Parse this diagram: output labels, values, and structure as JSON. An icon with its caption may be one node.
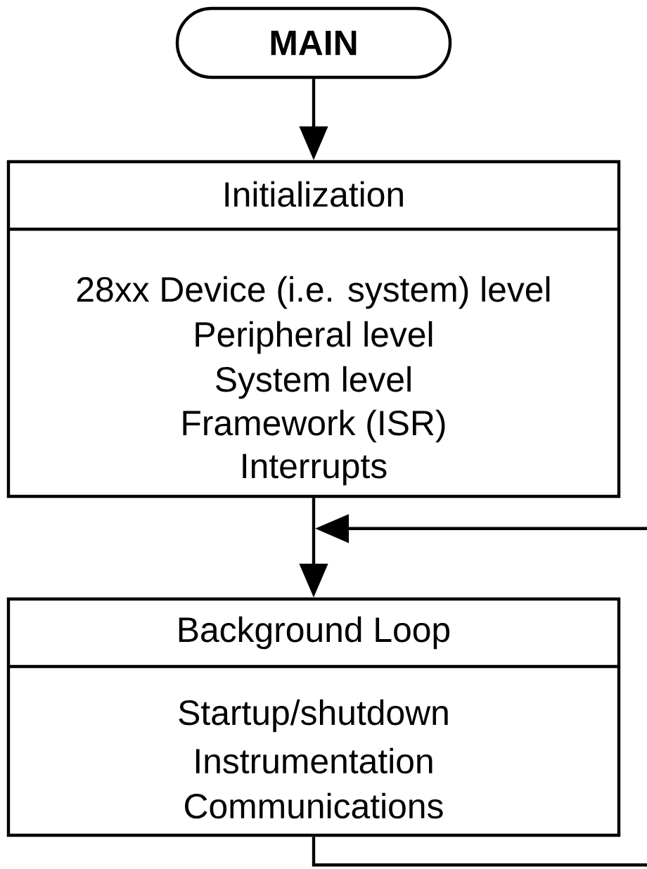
{
  "diagram": {
    "nodes": [
      {
        "text": [
          "MAIN"
        ]
      },
      {
        "text": [
          "Initialization",
          "28xx Device (i.e. system) level",
          "Peripheral level",
          "System level",
          "Framework (ISR)",
          "Interrupts"
        ]
      },
      {
        "text": [
          "Background Loop",
          "Startup/shutdown",
          "Instrumentation",
          "Communications"
        ]
      }
    ],
    "edges": [
      {
        "from": 0,
        "to": 1,
        "arrow": "to"
      },
      {
        "from": 1,
        "to": 2,
        "arrow": "to"
      },
      {
        "from": 2,
        "to": null,
        "arrow": "none"
      },
      {
        "from": null,
        "to": 2,
        "arrow": "to"
      }
    ]
  }
}
